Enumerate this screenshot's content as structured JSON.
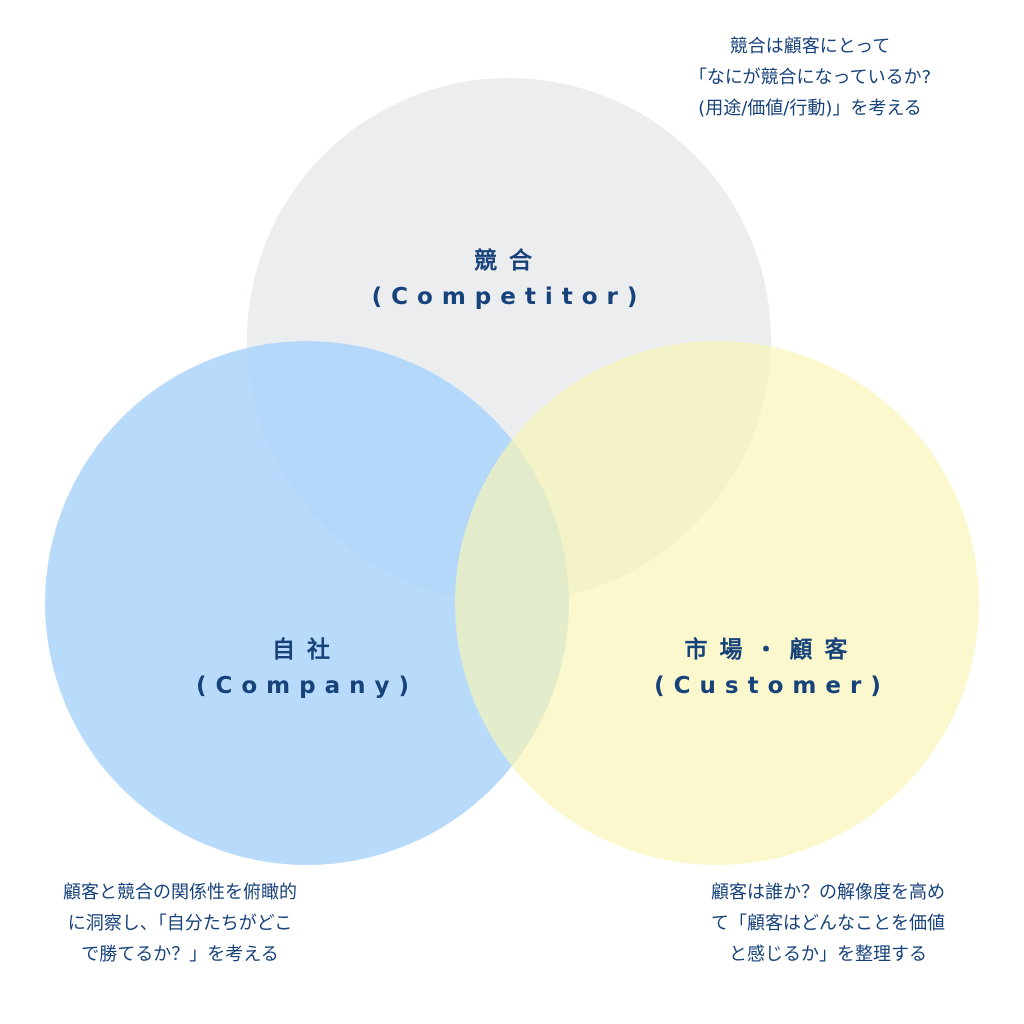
{
  "colors": {
    "competitor_fill": "#e6e9ea",
    "company_fill": "#a6d2fb",
    "customer_fill": "#f7f5b4",
    "text": "#17427a"
  },
  "circles": {
    "competitor": {
      "title": "競合",
      "subtitle": "(Competitor)"
    },
    "company": {
      "title": "自社",
      "subtitle": "(Company)"
    },
    "customer": {
      "title": "市場・顧客",
      "subtitle": "(Customer)"
    }
  },
  "notes": {
    "competitor": {
      "lines": [
        "競合は顧客にとって",
        "「なにが競合になっているか?",
        "(用途/価値/行動)」を考える"
      ]
    },
    "company": {
      "lines": [
        "顧客と競合の関係性を俯瞰的",
        "に洞察し、「自分たちがどこ",
        "で勝てるか？」を考える"
      ]
    },
    "customer": {
      "lines": [
        "顧客は誰か？の解像度を高め",
        "て「顧客はどんなことを価値",
        "と感じるか」を整理する"
      ]
    }
  }
}
